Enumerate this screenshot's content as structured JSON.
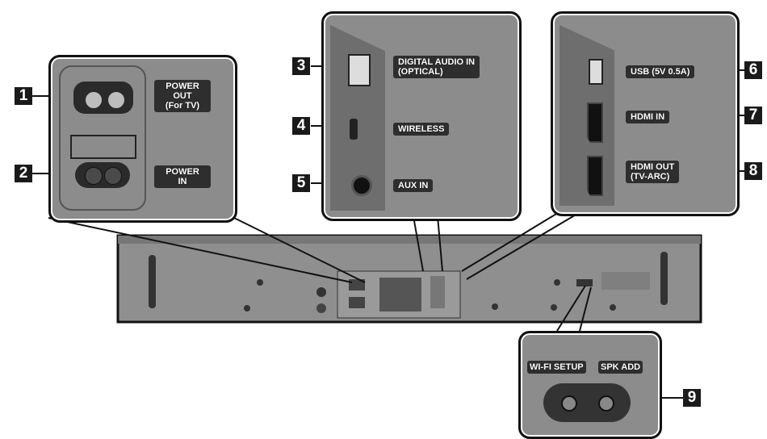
{
  "callouts": [
    "1",
    "2",
    "3",
    "4",
    "5",
    "6",
    "7",
    "8",
    "9"
  ],
  "labels": {
    "power_out": [
      "POWER",
      "OUT",
      "(For TV)"
    ],
    "power_in": [
      "POWER",
      "IN"
    ],
    "digital_audio_in": [
      "DIGITAL AUDIO IN",
      "(OPTICAL)"
    ],
    "wireless": "WIRELESS",
    "aux_in": "AUX IN",
    "usb": "USB (5V 0.5A)",
    "hdmi_in": "HDMI IN",
    "hdmi_out": [
      "HDMI OUT",
      "(TV-ARC)"
    ],
    "wifi_setup": "WI-FI SETUP",
    "spk_add": "SPK ADD"
  }
}
